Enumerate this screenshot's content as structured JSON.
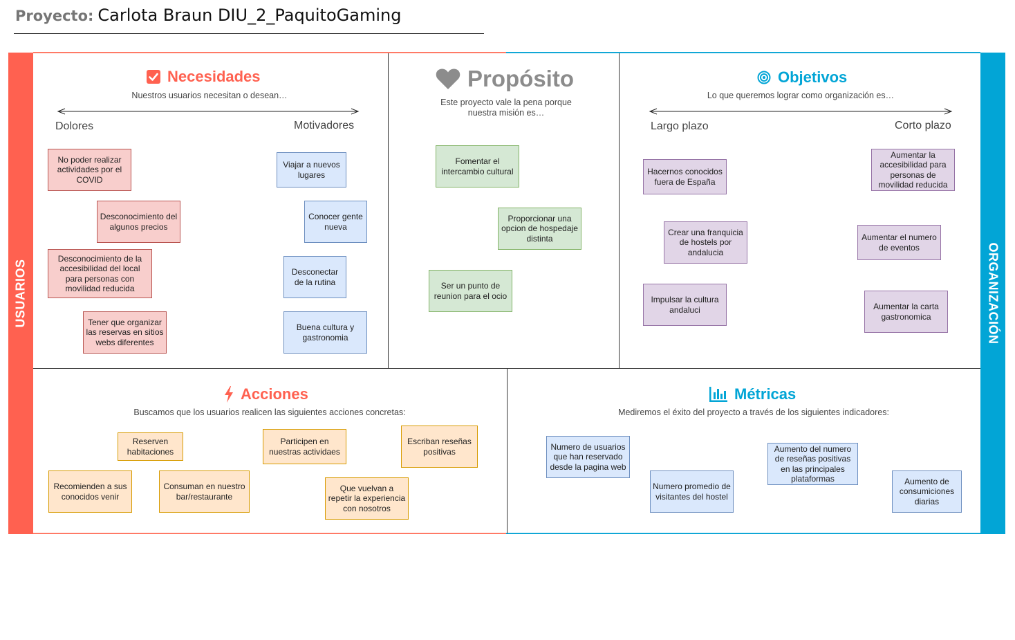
{
  "header": {
    "label": "Proyecto:",
    "name": "Carlota Braun DIU_2_PaquitoGaming"
  },
  "sidebars": {
    "left": "USUARIOS",
    "right": "ORGANIZACIÓN"
  },
  "colors": {
    "red": "#ff6150",
    "blue": "#02a5d6",
    "grey": "#8c8c8c"
  },
  "necesidades": {
    "title": "Necesidades",
    "subtitle": "Nuestros usuarios necesitan o desean…",
    "icon": "checkbox-icon",
    "axis_left": "Dolores",
    "axis_right": "Motivadores",
    "dolores": [
      "No poder realizar actividades por el COVID",
      "Desconocimiento del algunos precios",
      "Desconocimiento de la accesibilidad del local para personas con movilidad reducida",
      "Tener que organizar las reservas en sitios webs diferentes"
    ],
    "motivadores": [
      "Viajar a nuevos lugares",
      "Conocer gente nueva",
      "Desconectar de la rutina",
      "Buena cultura y gastronomia"
    ]
  },
  "proposito": {
    "title": "Propósito",
    "subtitle_1": "Este proyecto vale la pena porque",
    "subtitle_2": "nuestra misión es…",
    "icon": "heart-icon",
    "notes": [
      "Fomentar el intercambio cultural",
      "Proporcionar una opcion de hospedaje distinta",
      "Ser un punto de reunion para el ocio"
    ]
  },
  "objetivos": {
    "title": "Objetivos",
    "subtitle": "Lo que queremos lograr como organización es…",
    "icon": "target-icon",
    "axis_left": "Largo plazo",
    "axis_right": "Corto plazo",
    "largo": [
      "Hacernos conocidos fuera de España",
      "Crear una franquicia de hostels por andalucia",
      "Impulsar la cultura andaluci"
    ],
    "corto": [
      "Aumentar la accesibilidad para personas de movilidad reducida",
      "Aumentar el numero de eventos",
      "Aumentar la carta gastronomica"
    ]
  },
  "acciones": {
    "title": "Acciones",
    "subtitle": "Buscamos que los usuarios realicen las siguientes acciones concretas:",
    "icon": "lightning-icon",
    "notes": [
      "Reserven habitaciones",
      "Participen en nuestras actividaes",
      "Escriban reseñas positivas",
      "Recomienden a sus conocidos venir",
      "Consuman en nuestro bar/restaurante",
      "Que vuelvan a repetir la experiencia con nosotros"
    ]
  },
  "metricas": {
    "title": "Métricas",
    "subtitle": "Mediremos el éxito del proyecto a través de los siguientes indicadores:",
    "icon": "bar-chart-icon",
    "notes": [
      "Numero de usuarios que han reservado desde la pagina web",
      "Numero promedio de visitantes del hostel",
      "Aumento del numero de reseñas positivas en las principales plataformas",
      "Aumento de consumiciones diarias"
    ]
  }
}
